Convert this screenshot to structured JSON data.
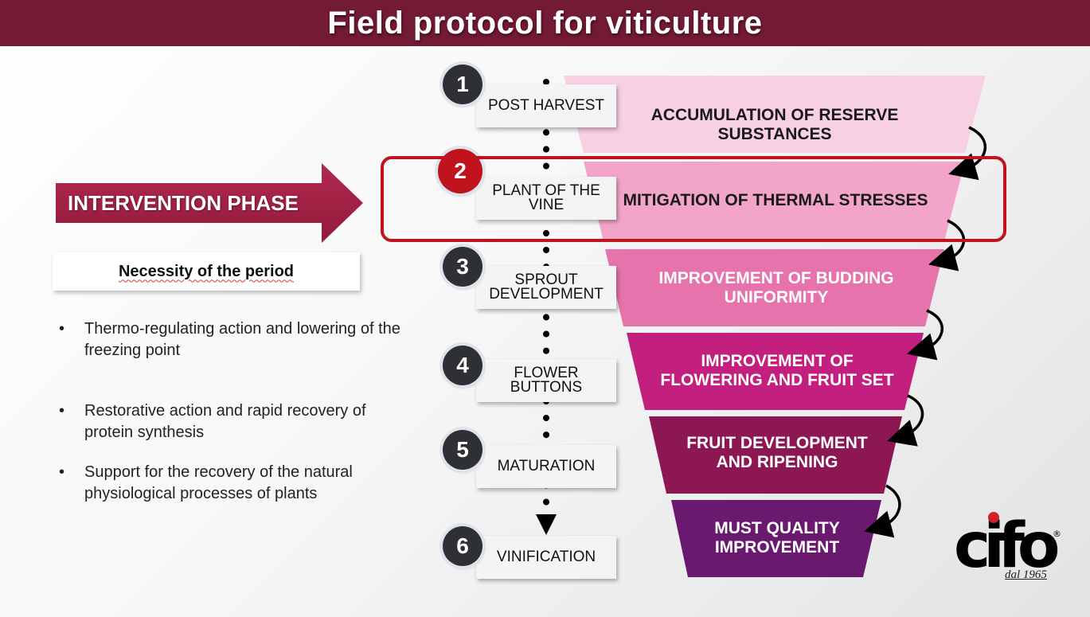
{
  "title": "Field protocol for viticulture",
  "intervention_label": "INTERVENTION PHASE",
  "necessity_label": "Necessity of the period",
  "bullets": [
    "Thermo-regulating action and lowering of the freezing point",
    "Restorative action and rapid recovery of protein synthesis",
    "Support for the recovery of the natural physiological processes of plants"
  ],
  "steps": [
    {
      "number": "1",
      "label": "POST HARVEST",
      "circle_color": "#2f3033"
    },
    {
      "number": "2",
      "label": "PLANT OF THE VINE",
      "circle_color": "#c0131d"
    },
    {
      "number": "3",
      "label": "SPROUT DEVELOPMENT",
      "circle_color": "#2f3033"
    },
    {
      "number": "4",
      "label": "FLOWER BUTTONS",
      "circle_color": "#2f3033"
    },
    {
      "number": "5",
      "label": "MATURATION",
      "circle_color": "#2f3033"
    },
    {
      "number": "6",
      "label": "VINIFICATION",
      "circle_color": "#2f3033"
    }
  ],
  "funnel": [
    {
      "text": "ACCUMULATION OF RESERVE SUBSTANCES",
      "fill": "#f7d0e3",
      "text_color": "#1a1a1a"
    },
    {
      "text": "MITIGATION OF THERMAL STRESSES",
      "fill": "#f2a5c8",
      "text_color": "#1a1a1a"
    },
    {
      "text": "IMPROVEMENT OF BUDDING UNIFORMITY",
      "fill": "#e773ad",
      "text_color": "#ffffff"
    },
    {
      "text": "IMPROVEMENT OF FLOWERING AND FRUIT SET",
      "fill": "#c21f7e",
      "text_color": "#ffffff"
    },
    {
      "text": "FRUIT DEVELOPMENT AND RIPENING",
      "fill": "#8c1752",
      "text_color": "#ffffff"
    },
    {
      "text": "MUST QUALITY IMPROVEMENT",
      "fill": "#6a1a6e",
      "text_color": "#ffffff"
    }
  ],
  "colors": {
    "header": "#731a34",
    "intervention_arrow": "#a32145",
    "highlight_frame": "#c0131d"
  },
  "logo": {
    "text": "cifo",
    "sub": "dal 1965",
    "mark": "®"
  }
}
